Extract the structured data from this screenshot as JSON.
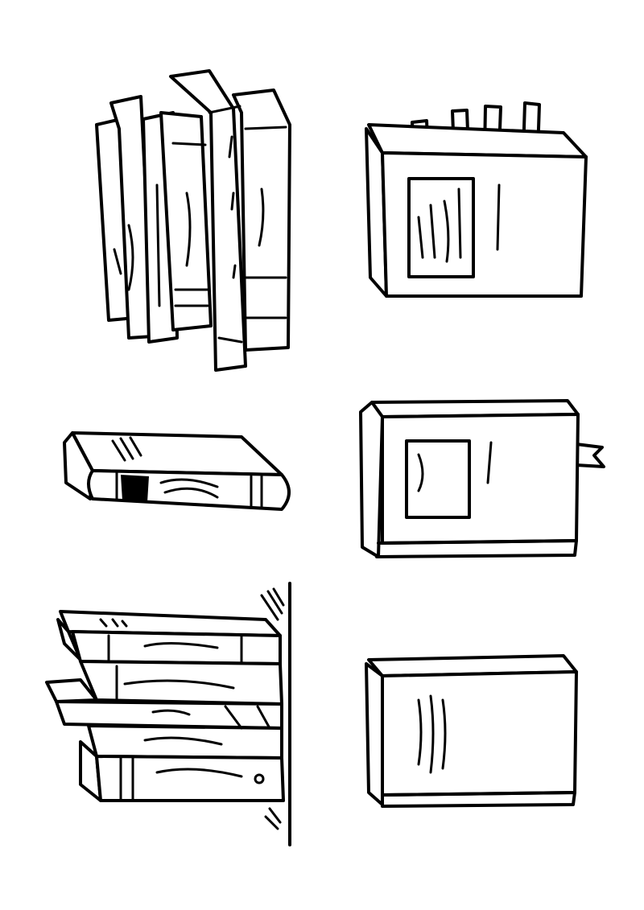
{
  "colors": {
    "background": "#ffffff",
    "ink": "#000000"
  },
  "illustrations": [
    {
      "id": "upright-books-group"
    },
    {
      "id": "book-with-bookmarks"
    },
    {
      "id": "lying-book"
    },
    {
      "id": "book-with-ribbon"
    },
    {
      "id": "stacked-books-on-shelf"
    },
    {
      "id": "closed-book"
    }
  ]
}
